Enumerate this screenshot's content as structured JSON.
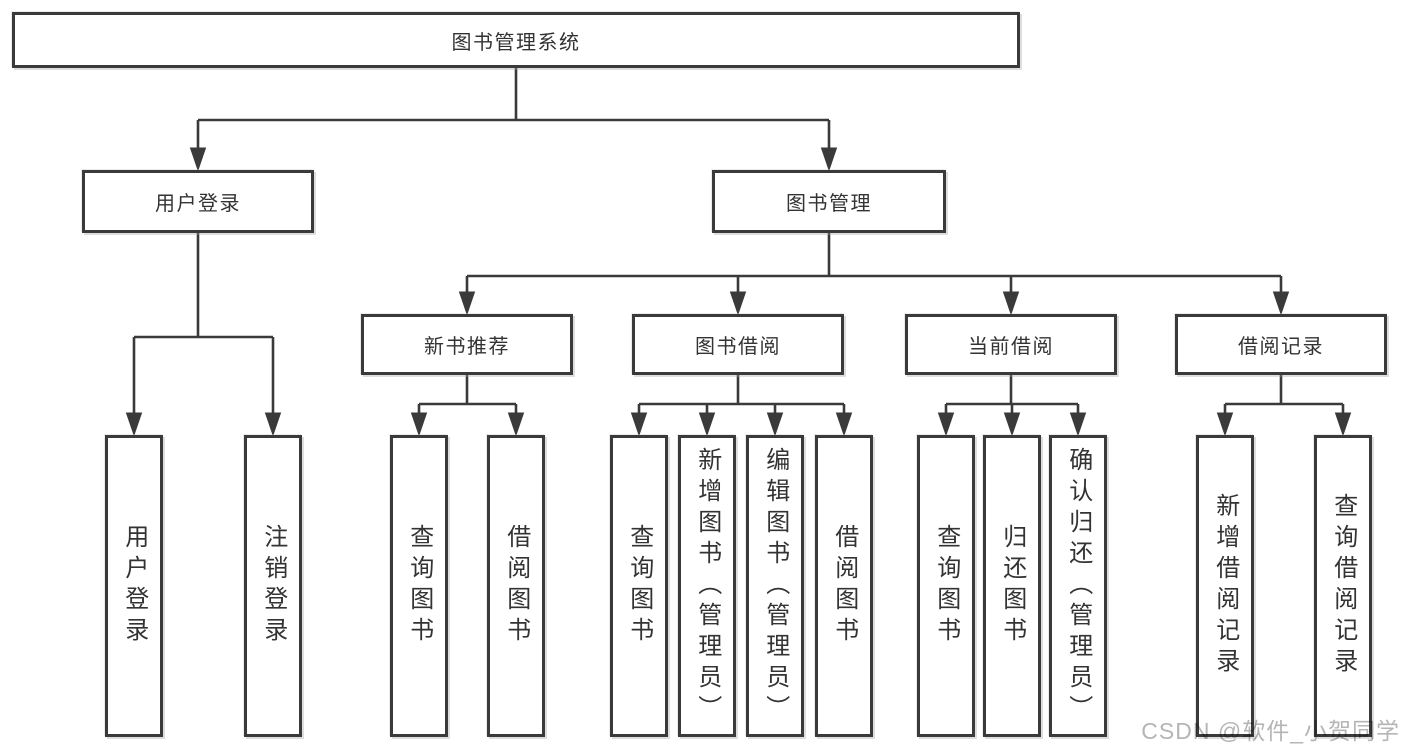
{
  "colors": {
    "background": "#ffffff",
    "line": "#3a3a3a",
    "box_border": "#3a3a3a",
    "text": "#333333",
    "watermark": "#b5b5b5"
  },
  "watermark": {
    "text": "CSDN @软件_小贺同学"
  },
  "diagram": {
    "type": "hierarchy-tree",
    "root": {
      "label": "图书管理系统",
      "children": [
        {
          "label": "用户登录",
          "children": [
            {
              "label": "用户登录"
            },
            {
              "label": "注销登录"
            }
          ]
        },
        {
          "label": "图书管理",
          "children": [
            {
              "label": "新书推荐",
              "children": [
                {
                  "label": "查询图书"
                },
                {
                  "label": "借阅图书"
                }
              ]
            },
            {
              "label": "图书借阅",
              "children": [
                {
                  "label": "查询图书"
                },
                {
                  "label": "新增图书（管理员）"
                },
                {
                  "label": "编辑图书（管理员）"
                },
                {
                  "label": "借阅图书"
                }
              ]
            },
            {
              "label": "当前借阅",
              "children": [
                {
                  "label": "查询图书"
                },
                {
                  "label": "归还图书"
                },
                {
                  "label": "确认归还（管理员）"
                }
              ]
            },
            {
              "label": "借阅记录",
              "children": [
                {
                  "label": "新增借阅记录"
                },
                {
                  "label": "查询借阅记录"
                }
              ]
            }
          ]
        }
      ]
    }
  }
}
